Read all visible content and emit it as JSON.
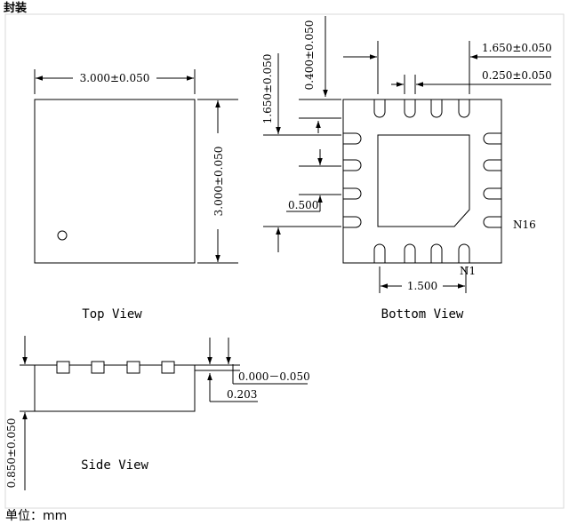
{
  "heading": "封装",
  "unit_label": "单位：mm",
  "views": {
    "top": {
      "caption": "Top View",
      "width_dim": "3.000±0.050",
      "height_dim": "3.000±0.050"
    },
    "bottom": {
      "caption": "Bottom View",
      "dim_pad_length": "0.400±0.050",
      "dim_pad_height": "1.650±0.050",
      "dim_pad_width": "1.650±0.050",
      "dim_pad_pitch_w": "0.250±0.050",
      "dim_pitch": "0.500",
      "dim_span": "1.500",
      "pin_n1": "N1",
      "pin_n16": "N16"
    },
    "side": {
      "caption": "Side View",
      "dim_height": "0.850±0.050",
      "dim_standoff": "0.000－0.050",
      "dim_thickness": "0.203"
    }
  }
}
